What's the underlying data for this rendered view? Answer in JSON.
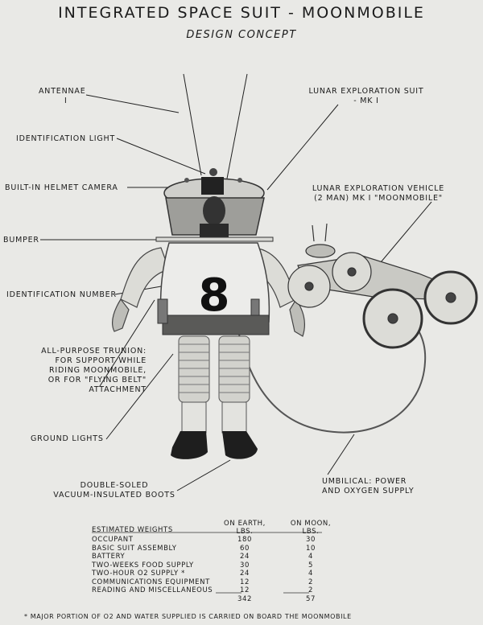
{
  "title": "INTEGRATED SPACE SUIT - MOONMOBILE",
  "subtitle": "DESIGN CONCEPT",
  "callouts": {
    "antennae": "ANTENNAE",
    "antennae_marker": "I",
    "identification_light": "IDENTIFICATION LIGHT",
    "helmet_camera": "BUILT-IN HELMET CAMERA",
    "bumper": "BUMPER",
    "identification_number": "IDENTIFICATION NUMBER",
    "trunion": "ALL-PURPOSE TRUNION:\nFOR SUPPORT WHILE\nRIDING MOONMOBILE,\nOR FOR \"FLYING BELT\"\nATTACHMENT",
    "ground_lights": "GROUND LIGHTS",
    "boots": "DOUBLE-SOLED\nVACUUM-INSULATED BOOTS",
    "suit": "LUNAR EXPLORATION SUIT\n- MK I",
    "vehicle": "LUNAR EXPLORATION VEHICLE\n(2 MAN) MK I \"MOONMOBILE\"",
    "umbilical": "UMBILICAL: POWER\nAND OXYGEN SUPPLY"
  },
  "suit_number": "8",
  "weights": {
    "header_item": "ESTIMATED WEIGHTS",
    "header_earth": "ON EARTH,\nLBS.",
    "header_moon": "ON MOON,\nLBS.",
    "rows": [
      {
        "item": "OCCUPANT",
        "earth": "180",
        "moon": "30"
      },
      {
        "item": "BASIC SUIT ASSEMBLY",
        "earth": "60",
        "moon": "10"
      },
      {
        "item": "BATTERY",
        "earth": "24",
        "moon": "4"
      },
      {
        "item": "TWO-WEEKS FOOD SUPPLY",
        "earth": "30",
        "moon": "5"
      },
      {
        "item": "TWO-HOUR O2 SUPPLY *",
        "earth": "24",
        "moon": "4"
      },
      {
        "item": "COMMUNICATIONS EQUIPMENT",
        "earth": "12",
        "moon": "2"
      },
      {
        "item": "READING AND MISCELLANEOUS",
        "earth": "12",
        "moon": "2"
      }
    ],
    "total_earth": "342",
    "total_moon": "57"
  },
  "footnote": "* MAJOR PORTION OF O2 AND WATER SUPPLIED IS CARRIED ON BOARD THE MOONMOBILE"
}
